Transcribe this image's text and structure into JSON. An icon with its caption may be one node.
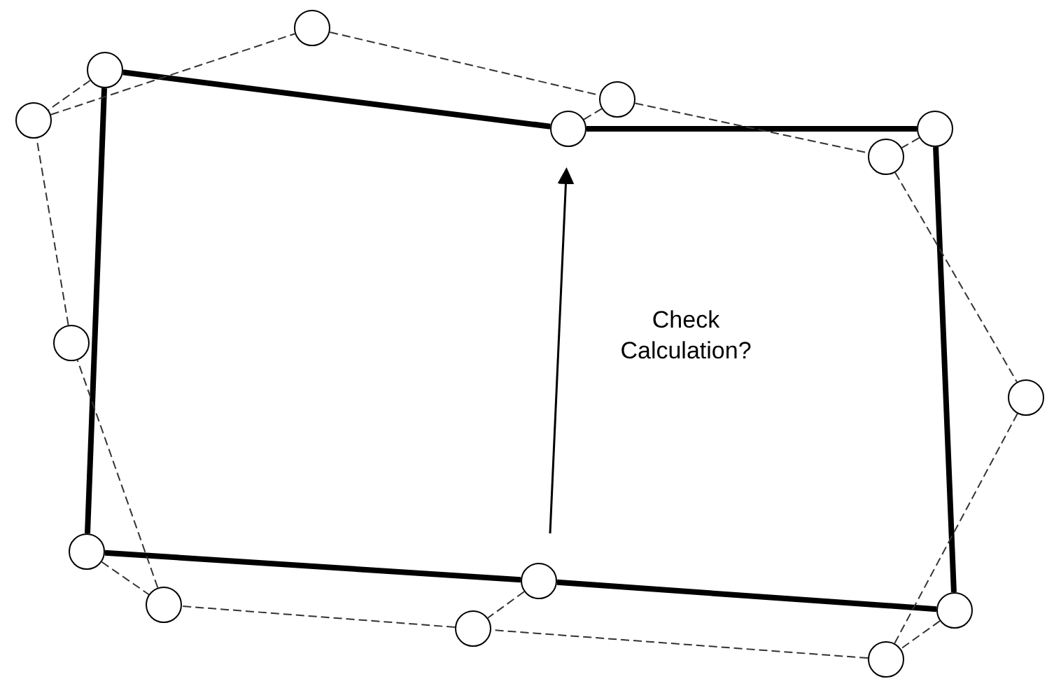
{
  "diagram": {
    "nodes": [
      {
        "text": [],
        "shape": "circle"
      },
      {
        "text": [],
        "shape": "circle"
      },
      {
        "text": [],
        "shape": "circle"
      },
      {
        "text": [],
        "shape": "circle"
      },
      {
        "text": [],
        "shape": "circle"
      },
      {
        "text": [],
        "shape": "circle"
      },
      {
        "text": [],
        "shape": "circle"
      },
      {
        "text": [],
        "shape": "circle"
      },
      {
        "text": [],
        "shape": "circle"
      },
      {
        "text": [],
        "shape": "circle"
      },
      {
        "text": [],
        "shape": "circle"
      },
      {
        "text": [],
        "shape": "circle"
      },
      {
        "text": [],
        "shape": "circle"
      },
      {
        "text": [],
        "shape": "circle"
      },
      {
        "text": [],
        "shape": "circle"
      }
    ],
    "edges": [
      {
        "from": 0,
        "to": 1,
        "arrow": "none",
        "style": "thick"
      },
      {
        "from": 1,
        "to": 2,
        "arrow": "none",
        "style": "thick"
      },
      {
        "from": 2,
        "to": 3,
        "arrow": "none",
        "style": "thick"
      },
      {
        "from": 3,
        "to": 4,
        "arrow": "none",
        "style": "thick"
      },
      {
        "from": 4,
        "to": 5,
        "arrow": "none",
        "style": "thick"
      },
      {
        "from": 5,
        "to": 0,
        "arrow": "none",
        "style": "thick"
      },
      {
        "from": 6,
        "to": 7,
        "arrow": "none",
        "style": "dashed"
      },
      {
        "from": 7,
        "to": 8,
        "arrow": "none",
        "style": "dashed"
      },
      {
        "from": 8,
        "to": 9,
        "arrow": "none",
        "style": "dashed"
      },
      {
        "from": 9,
        "to": 10,
        "arrow": "none",
        "style": "dashed"
      },
      {
        "from": 10,
        "to": 11,
        "arrow": "none",
        "style": "dashed"
      },
      {
        "from": 11,
        "to": 12,
        "arrow": "none",
        "style": "dashed"
      },
      {
        "from": 12,
        "to": 13,
        "arrow": "none",
        "style": "dashed"
      },
      {
        "from": 13,
        "to": 14,
        "arrow": "none",
        "style": "dashed"
      },
      {
        "from": 14,
        "to": 6,
        "arrow": "none",
        "style": "dashed"
      },
      {
        "from": 0,
        "to": 6,
        "arrow": "none",
        "style": "dashed"
      },
      {
        "from": 1,
        "to": 8,
        "arrow": "none",
        "style": "dashed"
      },
      {
        "from": 2,
        "to": 9,
        "arrow": "none",
        "style": "dashed"
      },
      {
        "from": 3,
        "to": 11,
        "arrow": "none",
        "style": "dashed"
      },
      {
        "from": 4,
        "to": 12,
        "arrow": "none",
        "style": "dashed"
      },
      {
        "from": 5,
        "to": 13,
        "arrow": "none",
        "style": "dashed"
      },
      {
        "from": null,
        "to": 1,
        "arrow": "to"
      }
    ],
    "labels": [
      "Check Calculation?"
    ]
  }
}
